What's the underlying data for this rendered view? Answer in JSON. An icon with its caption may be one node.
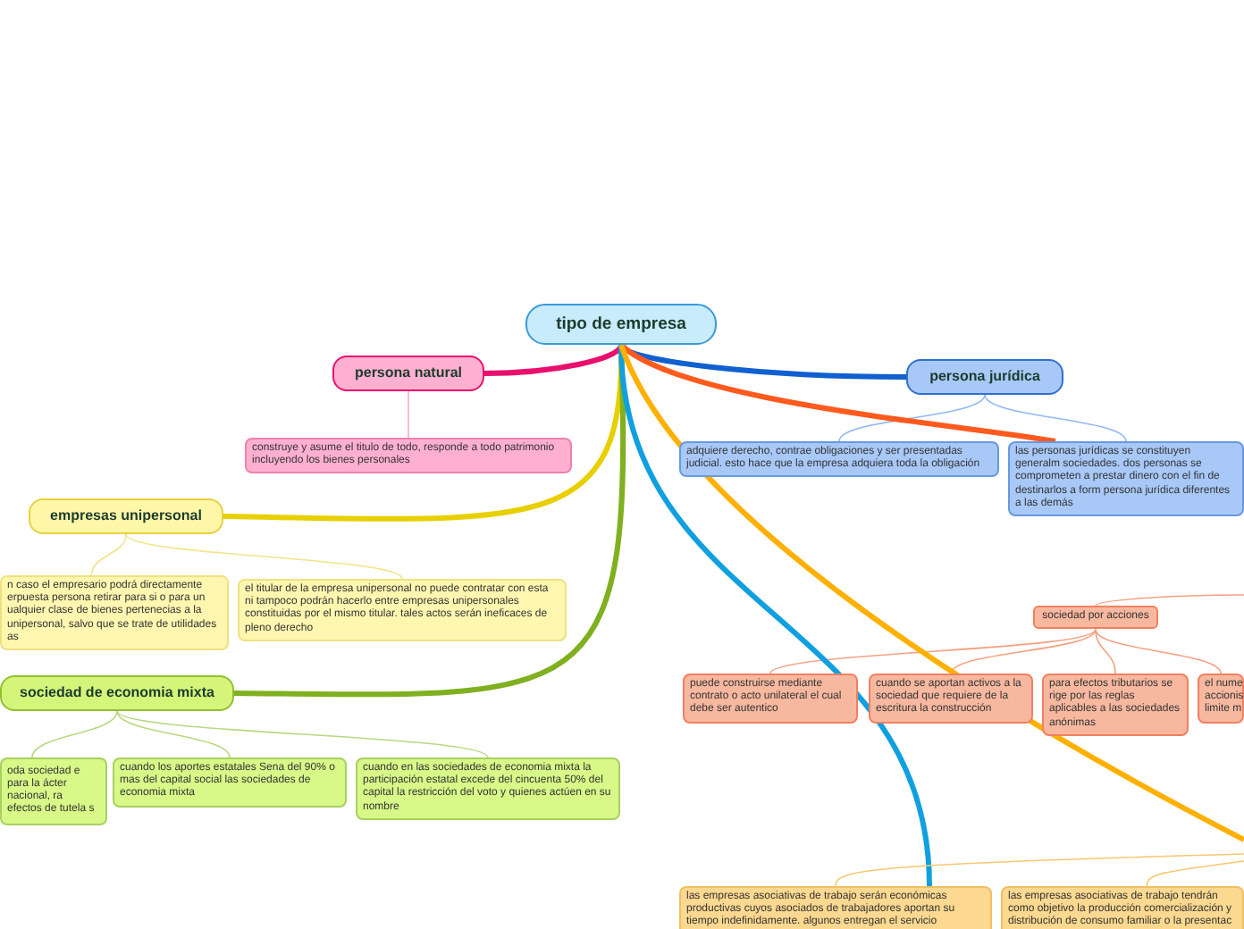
{
  "diagram": {
    "nodes": [
      {
        "text": [
          "tipo de empresa"
        ]
      },
      {
        "text": [
          "persona natural"
        ]
      },
      {
        "text": [
          "construye y asume el titulo de todo, responde a todo patrimonio incluyendo los bienes personales"
        ]
      },
      {
        "text": [
          "empresas unipersonal"
        ]
      },
      {
        "text": [
          "n caso el empresario podrá directamente erpuesta persona retirar para si o para un ualquier clase de bienes pertenecias a la unipersonal, salvo que se trate de utilidades as"
        ]
      },
      {
        "text": [
          "el titular de la empresa unipersonal no puede contratar con esta ni tampoco podrán hacerlo entre empresas unipersonales constituidas por el mismo titular. tales actos serán ineficaces de pleno derecho"
        ]
      },
      {
        "text": [
          "sociedad de economia mixta"
        ]
      },
      {
        "text": [
          "oda sociedad e para la ácter nacional, ra efectos de tutela s"
        ]
      },
      {
        "text": [
          "cuando los aportes estatales Sena del 90% o mas del capital social las sociedades de economia mixta"
        ]
      },
      {
        "text": [
          "cuando en las sociedades de economia mixta la participación estatal excede del cincuenta 50% del capital la restricción del voto y quienes actúen en su nombre"
        ]
      },
      {
        "text": [
          "persona jurídica"
        ]
      },
      {
        "text": [
          "adquiere derecho, contrae obligaciones y ser presentadas judicial. esto hace que la empresa adquiera toda la obligación"
        ]
      },
      {
        "text": [
          "las personas jurídicas se constituyen generalm sociedades. dos personas se comprometen a prestar dinero con el fin de destinarlos a form persona jurídica diferentes a las demás"
        ]
      },
      {
        "text": [
          "sociedad por acciones"
        ]
      },
      {
        "text": [
          "puede construirse mediante contrato o acto unilateral el cual debe ser autentico"
        ]
      },
      {
        "text": [
          "cuando se aportan activos a la sociedad que requiere de la escritura la construcción"
        ]
      },
      {
        "text": [
          "para efectos tributarios se rige por las reglas aplicables a las sociedades anónimas"
        ]
      },
      {
        "text": [
          "el nume accionis limite m"
        ]
      },
      {
        "text": [
          "las empresas asociativas de trabajo serán económicas productivas cuyos asociados de trabajadores aportan su tiempo indefinidamente. algunos entregan el servicio"
        ]
      },
      {
        "text": [
          "las empresas asociativas de trabajo tendrán como objetivo la producción comercialización y distribución de consumo familiar o la presentac"
        ]
      }
    ],
    "edges": [
      {
        "from": 0,
        "to": 1,
        "arrow": "none",
        "style": "thick",
        "color": "#e8106e"
      },
      {
        "from": 1,
        "to": 2,
        "arrow": "none",
        "color": "#f9a8cc"
      },
      {
        "from": 0,
        "to": 3,
        "arrow": "none",
        "style": "thick",
        "color": "#e8d000"
      },
      {
        "from": 3,
        "to": 4,
        "arrow": "none",
        "color": "#f3e48a"
      },
      {
        "from": 3,
        "to": 5,
        "arrow": "none",
        "color": "#f3e48a"
      },
      {
        "from": 0,
        "to": 6,
        "arrow": "none",
        "style": "thick",
        "color": "#80b020"
      },
      {
        "from": 6,
        "to": 7,
        "arrow": "none",
        "color": "#b8d880"
      },
      {
        "from": 6,
        "to": 8,
        "arrow": "none",
        "color": "#b8d880"
      },
      {
        "from": 6,
        "to": 9,
        "arrow": "none",
        "color": "#b8d880"
      },
      {
        "from": 0,
        "to": 10,
        "arrow": "none",
        "style": "thick",
        "color": "#1060d0"
      },
      {
        "from": 10,
        "to": 11,
        "arrow": "none",
        "color": "#90b8f0"
      },
      {
        "from": 10,
        "to": 12,
        "arrow": "none",
        "color": "#90b8f0"
      },
      {
        "from": 0,
        "to": 12,
        "arrow": "none",
        "style": "thick",
        "color": "#ff5a1e"
      },
      {
        "from": null,
        "to": 13,
        "arrow": "none",
        "color": "#f5a080"
      },
      {
        "from": 13,
        "to": 14,
        "arrow": "none",
        "color": "#f5a080"
      },
      {
        "from": 13,
        "to": 15,
        "arrow": "none",
        "color": "#f5a080"
      },
      {
        "from": 13,
        "to": 16,
        "arrow": "none",
        "color": "#f5a080"
      },
      {
        "from": 13,
        "to": 17,
        "arrow": "none",
        "color": "#f5a080"
      },
      {
        "from": 0,
        "to": 18,
        "arrow": "none",
        "style": "thick",
        "color": "#10a0e0"
      },
      {
        "from": 0,
        "to": null,
        "arrow": "none",
        "style": "thick",
        "color": "#ffb000"
      },
      {
        "from": null,
        "to": 18,
        "arrow": "none",
        "color": "#f8c870"
      },
      {
        "from": null,
        "to": 19,
        "arrow": "none",
        "color": "#f8c870"
      }
    ]
  }
}
